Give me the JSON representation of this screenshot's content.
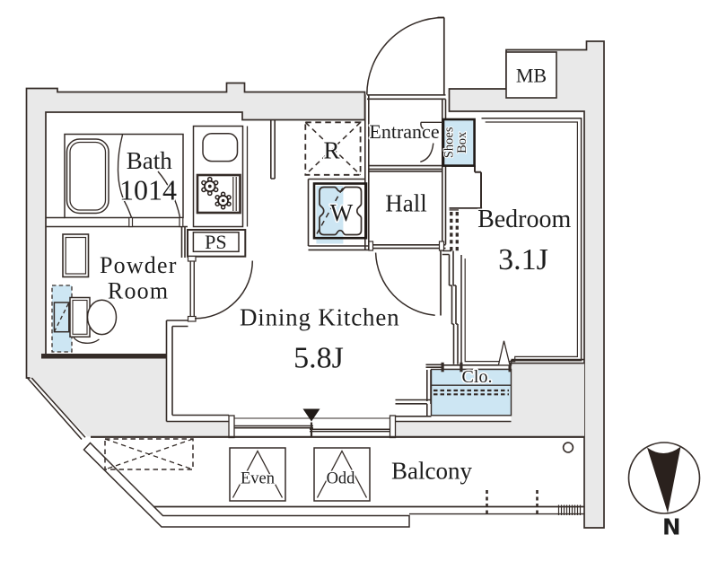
{
  "floorplan": {
    "rooms": {
      "bath": {
        "label": "Bath",
        "size_label": "1014"
      },
      "powder_room": {
        "label_line1": "Powder",
        "label_line2": "Room"
      },
      "dining_kitchen": {
        "label": "Dining Kitchen",
        "size_label": "5.8J"
      },
      "hall": {
        "label": "Hall"
      },
      "entrance": {
        "label": "Entrance"
      },
      "bedroom": {
        "label": "Bedroom",
        "size_label": "3.1J"
      },
      "closet": {
        "label": "Clo."
      },
      "balcony": {
        "label": "Balcony"
      }
    },
    "fixtures": {
      "refrigerator_space": {
        "label": "R"
      },
      "washer_space": {
        "label": "W"
      },
      "meter_box": {
        "label": "MB"
      },
      "pipe_space": {
        "label": "PS"
      },
      "shoes_box": {
        "label_line1": "Shoes",
        "label_line2": "Box"
      }
    },
    "balcony_markers": {
      "even": "Even",
      "odd": "Odd"
    },
    "compass": {
      "label": "N"
    },
    "colors": {
      "line": "#352c28",
      "wall_fill": "#e9e9e9",
      "fixture_fill": "#cde6f3",
      "text": "#1d1d1d",
      "background": "#ffffff"
    }
  }
}
